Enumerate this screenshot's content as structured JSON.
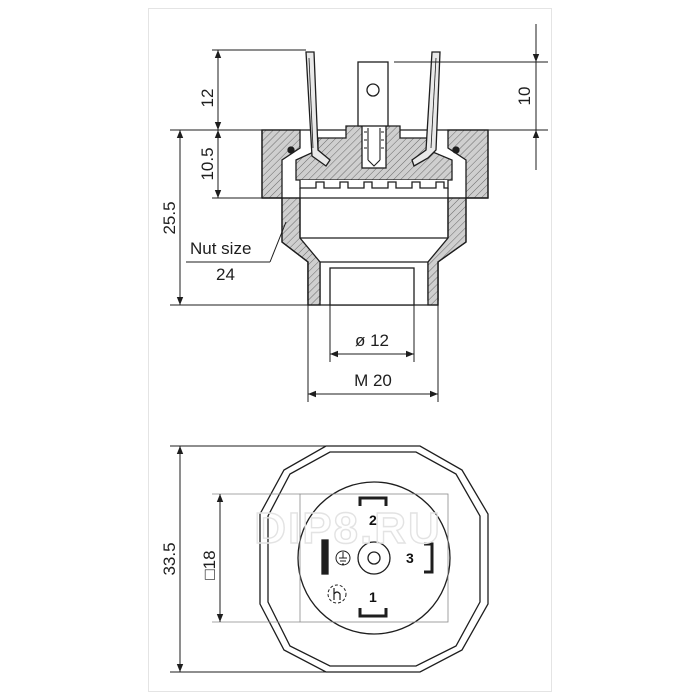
{
  "side_view": {
    "dim_height_pins": "12",
    "dim_center_contact": "10",
    "dim_collar": "10.5",
    "dim_overall": "25.5",
    "nut_label": "Nut size",
    "nut_value": "24",
    "dim_bore": "ø 12",
    "dim_thread": "M 20"
  },
  "top_view": {
    "dim_outer": "33.5",
    "dim_square": "□18",
    "terminals": [
      "1",
      "2",
      "3"
    ]
  },
  "watermark": "DIP8.RU"
}
